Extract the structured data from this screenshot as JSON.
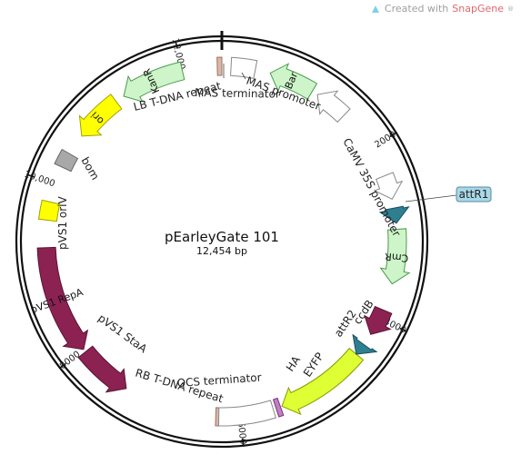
{
  "credit": {
    "text": "Created with ",
    "brand": "SnapGene",
    "reg": "®"
  },
  "plasmid": {
    "name": "pEarleyGate 101",
    "size": "12,454 bp",
    "total_bp": 12454
  },
  "ticks": [
    {
      "label": "2000",
      "angle": 58
    },
    {
      "label": "4000",
      "angle": 116
    },
    {
      "label": "6000",
      "angle": 174
    },
    {
      "label": "8000",
      "angle": 232
    },
    {
      "label": "10,000",
      "angle": 289
    },
    {
      "label": "12,000",
      "angle": 347
    }
  ],
  "features": [
    {
      "id": "bar",
      "label": "Bar",
      "start": 31,
      "end": 16,
      "dir": "ccw",
      "fill": "#cdf5c9",
      "stroke": "#4a9a4a",
      "inner": true
    },
    {
      "id": "mas-promoter-arrow",
      "label": "",
      "start": 44,
      "end": 33,
      "dir": "ccw",
      "fill": "#ffffff",
      "stroke": "#888888"
    },
    {
      "id": "mas-terminator-box",
      "label": "",
      "start": 3,
      "end": 11,
      "dir": "none",
      "fill": "#ffffff",
      "stroke": "#888888"
    },
    {
      "id": "lb-tdna",
      "label": "",
      "start": 358.5,
      "end": 360,
      "dir": "none",
      "fill": "#d9b8a8",
      "stroke": "#a07060"
    },
    {
      "id": "kanr",
      "label": "KanR",
      "start": 347,
      "end": 326,
      "dir": "ccw",
      "fill": "#cdf5c9",
      "stroke": "#4a9a4a",
      "inner": true
    },
    {
      "id": "ori",
      "label": "ori",
      "start": 323,
      "end": 307,
      "dir": "ccw",
      "fill": "#ffff00",
      "stroke": "#a0a000",
      "inner": true
    },
    {
      "id": "bom",
      "label": "",
      "start": 295,
      "end": 300,
      "dir": "none",
      "fill": "#a8a8a8",
      "stroke": "#666666"
    },
    {
      "id": "pvs1-oriv",
      "label": "",
      "start": 277,
      "end": 283,
      "dir": "none",
      "fill": "#ffff00",
      "stroke": "#a0a000"
    },
    {
      "id": "pvs1-repa",
      "label": "pVS1 RepA",
      "start": 268,
      "end": 232,
      "dir": "ccw",
      "fill": "#8b2252",
      "stroke": "#5a1535",
      "inner": true,
      "text_fill": "#ffffff"
    },
    {
      "id": "pvs1-staa",
      "label": "",
      "start": 231,
      "end": 213,
      "dir": "ccw",
      "fill": "#8b2252",
      "stroke": "#5a1535"
    },
    {
      "id": "rb-tdna",
      "label": "",
      "start": 180.5,
      "end": 182,
      "dir": "none",
      "fill": "#d9b8a8",
      "stroke": "#a07060"
    },
    {
      "id": "ocs-terminator",
      "label": "",
      "start": 163,
      "end": 181,
      "dir": "none",
      "fill": "#ffffff",
      "stroke": "#888888"
    },
    {
      "id": "ha",
      "label": "",
      "start": 160.5,
      "end": 162,
      "dir": "none",
      "fill": "#c080c0",
      "stroke": "#803080"
    },
    {
      "id": "eyfp",
      "label": "",
      "start": 130,
      "end": 160,
      "dir": "cw",
      "fill": "#ddff33",
      "stroke": "#8a9a00"
    },
    {
      "id": "attr2",
      "label": "",
      "start": 126,
      "end": 130,
      "dir": "cw",
      "fill": "#2e7f8f",
      "stroke": "#1a5060"
    },
    {
      "id": "ccdb",
      "label": "",
      "start": 113,
      "end": 122,
      "dir": "cw",
      "fill": "#8b2252",
      "stroke": "#5a1535"
    },
    {
      "id": "cmr",
      "label": "CmR",
      "start": 86,
      "end": 104,
      "dir": "cw",
      "fill": "#cdf5c9",
      "stroke": "#4a9a4a",
      "inner": true
    },
    {
      "id": "attr1",
      "label": "",
      "start": 79,
      "end": 84,
      "dir": "cw",
      "fill": "#2e7f8f",
      "stroke": "#1a5060"
    },
    {
      "id": "camv-35s-arrow",
      "label": "",
      "start": 68,
      "end": 76,
      "dir": "cw",
      "fill": "#ffffff",
      "stroke": "#888888"
    }
  ],
  "labels": {
    "mas_promoter": "MAS promoter",
    "mas_terminator": "MAS terminator",
    "lb_tdna": "LB T-DNA repeat",
    "bom": "bom",
    "pvs1_oriv": "pVS1 oriV",
    "pvs1_staa": "pVS1 StaA",
    "rb_tdna": "RB T-DNA repeat",
    "ocs_terminator": "OCS terminator",
    "ha": "HA",
    "eyfp": "EYFP",
    "attr2": "attR2",
    "ccdb": "ccdB",
    "camv_35s": "CaMV 35S promoter",
    "attr1": "attR1"
  },
  "colors": {
    "backbone": "#111111",
    "credit_brand": "#e0676b",
    "attr_box": "#a8d8e8"
  }
}
